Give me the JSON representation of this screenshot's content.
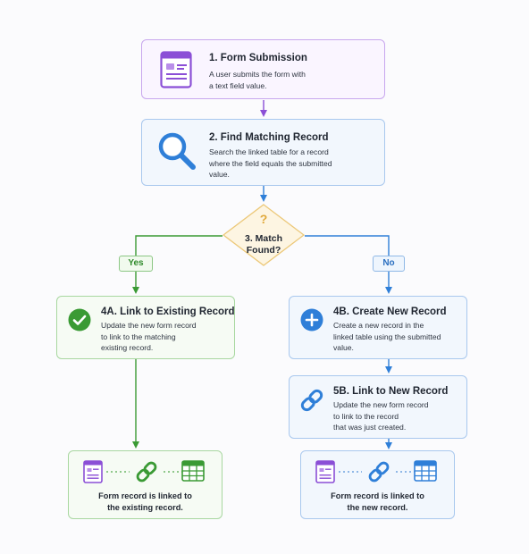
{
  "steps": {
    "form_submission": {
      "title": "1. Form Submission",
      "desc": [
        "A user submits the form with",
        "a text field value."
      ],
      "icon": "form-icon"
    },
    "find_record": {
      "title": "2. Find Matching Record",
      "desc": [
        "Search the linked table for a record",
        "where the field equals the submitted",
        "value."
      ],
      "icon": "search-icon"
    },
    "decision": {
      "symbol": "?",
      "text": [
        "3. Match",
        "Found?"
      ]
    },
    "link_existing": {
      "title": "4A. Link to Existing Record",
      "desc": [
        "Update the new form record",
        "to link to the matching",
        "existing record."
      ],
      "icon": "checkmark-icon"
    },
    "create_new": {
      "title": "4B. Create New Record",
      "desc": [
        "Create a new record in the",
        "linked table using the submitted",
        "value."
      ],
      "icon": "plus-icon"
    },
    "link_new": {
      "title": "5B. Link to New Record",
      "desc": [
        "Update the new form record",
        "to link to the record",
        "that was just created."
      ],
      "icon": "link-icon"
    }
  },
  "branches": {
    "yes": "Yes",
    "no": "No"
  },
  "results": {
    "existing": {
      "text": [
        "Form record is linked to",
        "the existing record."
      ],
      "icons": [
        "form-icon",
        "link-icon",
        "table-icon"
      ]
    },
    "new": {
      "text": [
        "Form record is linked to",
        "the new record."
      ],
      "icons": [
        "form-icon",
        "link-icon",
        "table-icon"
      ]
    }
  },
  "colors": {
    "purple": "#8b4fd6",
    "blue": "#2f7fd8",
    "green": "#3a9a34",
    "amber": "#e0a93a"
  }
}
